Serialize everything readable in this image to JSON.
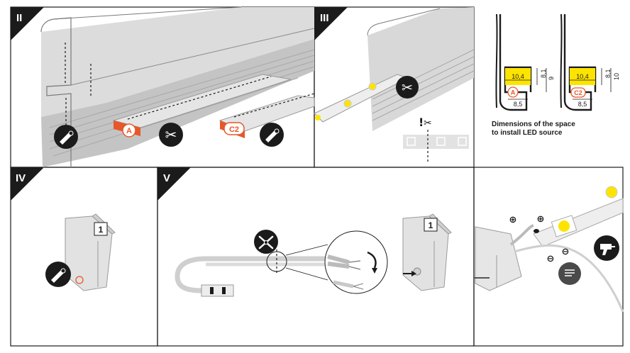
{
  "steps": {
    "panel_ii": "II",
    "panel_iii": "III",
    "panel_iv": "IV",
    "panel_v": "V"
  },
  "labels": {
    "strip_a": "A",
    "strip_c2": "C2",
    "profile_a": "A",
    "profile_c2": "C2",
    "connector_number_iv": "1",
    "connector_number_v": "1"
  },
  "dimensions": {
    "a_width_top": "10,4",
    "a_width_bottom": "8,5",
    "a_depth": "8,1",
    "a_height": "9",
    "c2_width_top": "10,4",
    "c2_width_bottom": "8,5",
    "c2_depth": "8,1",
    "c2_height": "10"
  },
  "caption": {
    "line1": "Dimensions of the space",
    "line2": "to install LED source"
  },
  "polarity": {
    "plus_1": "⊕",
    "plus_2": "⊕",
    "minus_1": "⊖",
    "minus_2": "⊖"
  },
  "icons": [
    "scissors-icon",
    "press-tool-icon",
    "cut-mark-icon",
    "wire-stripper-icon",
    "glue-gun-icon",
    "text-note-icon",
    "arrow-icon"
  ],
  "colors": {
    "accent_orange": "#e8572a",
    "led_yellow": "#fde400",
    "dark": "#1b1b1b",
    "profile_gray": "#d8d8d8"
  }
}
